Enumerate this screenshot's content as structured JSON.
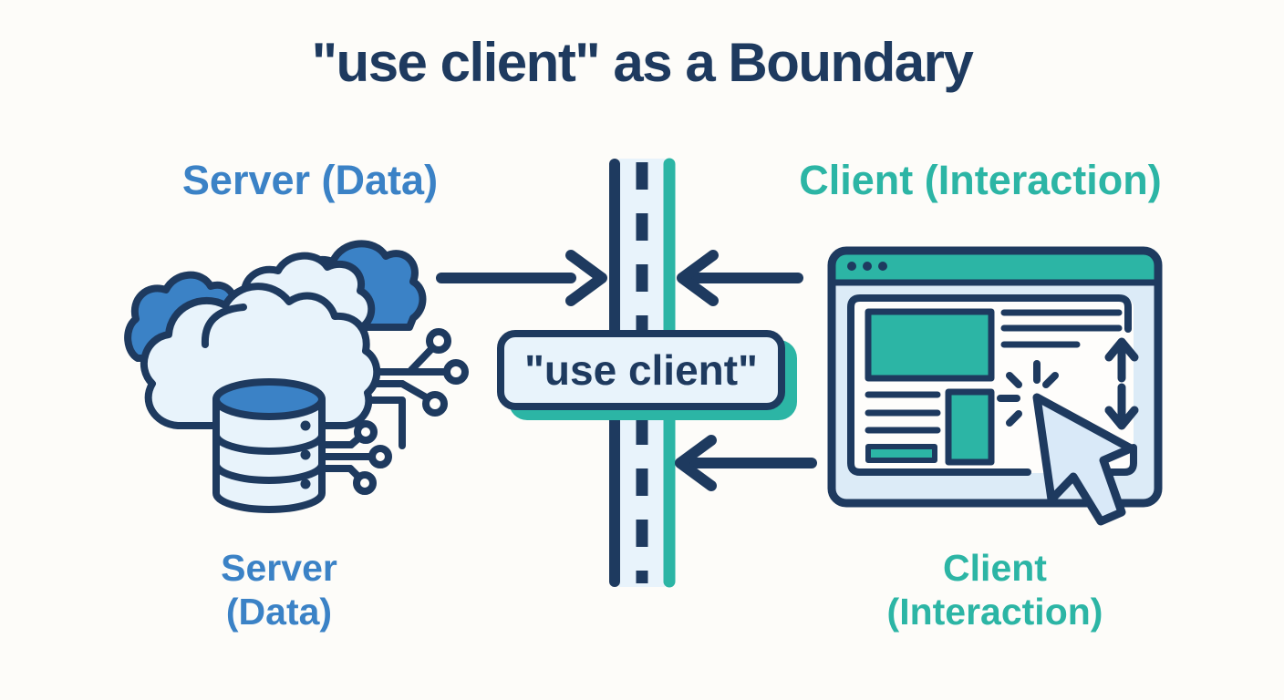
{
  "title": "\"use client\" as a Boundary",
  "server": {
    "top_label": "Server (Data)",
    "bottom_line1": "Server",
    "bottom_line2": "(Data)"
  },
  "client": {
    "top_label": "Client (Interaction)",
    "bottom_line1": "Client",
    "bottom_line2": "(Interaction)"
  },
  "boundary": {
    "badge_label": "\"use client\""
  },
  "icons": {
    "server_side": "cloud-database-circuit-icon",
    "client_side": "browser-window-cursor-icon",
    "boundary": "road-divider-icon",
    "arrows": [
      "arrow-server-into-boundary",
      "arrow-client-into-boundary-top",
      "arrow-client-into-boundary-bottom"
    ]
  },
  "colors": {
    "navy": "#1e3a5f",
    "blue": "#3b82c6",
    "teal": "#2cb5a5",
    "lightBlue": "#e8f3fb",
    "panelBlue": "#dcebf7",
    "white": "#fefdfb",
    "cursorBlue": "#d9e9f8",
    "background": "#fdfcf9"
  }
}
